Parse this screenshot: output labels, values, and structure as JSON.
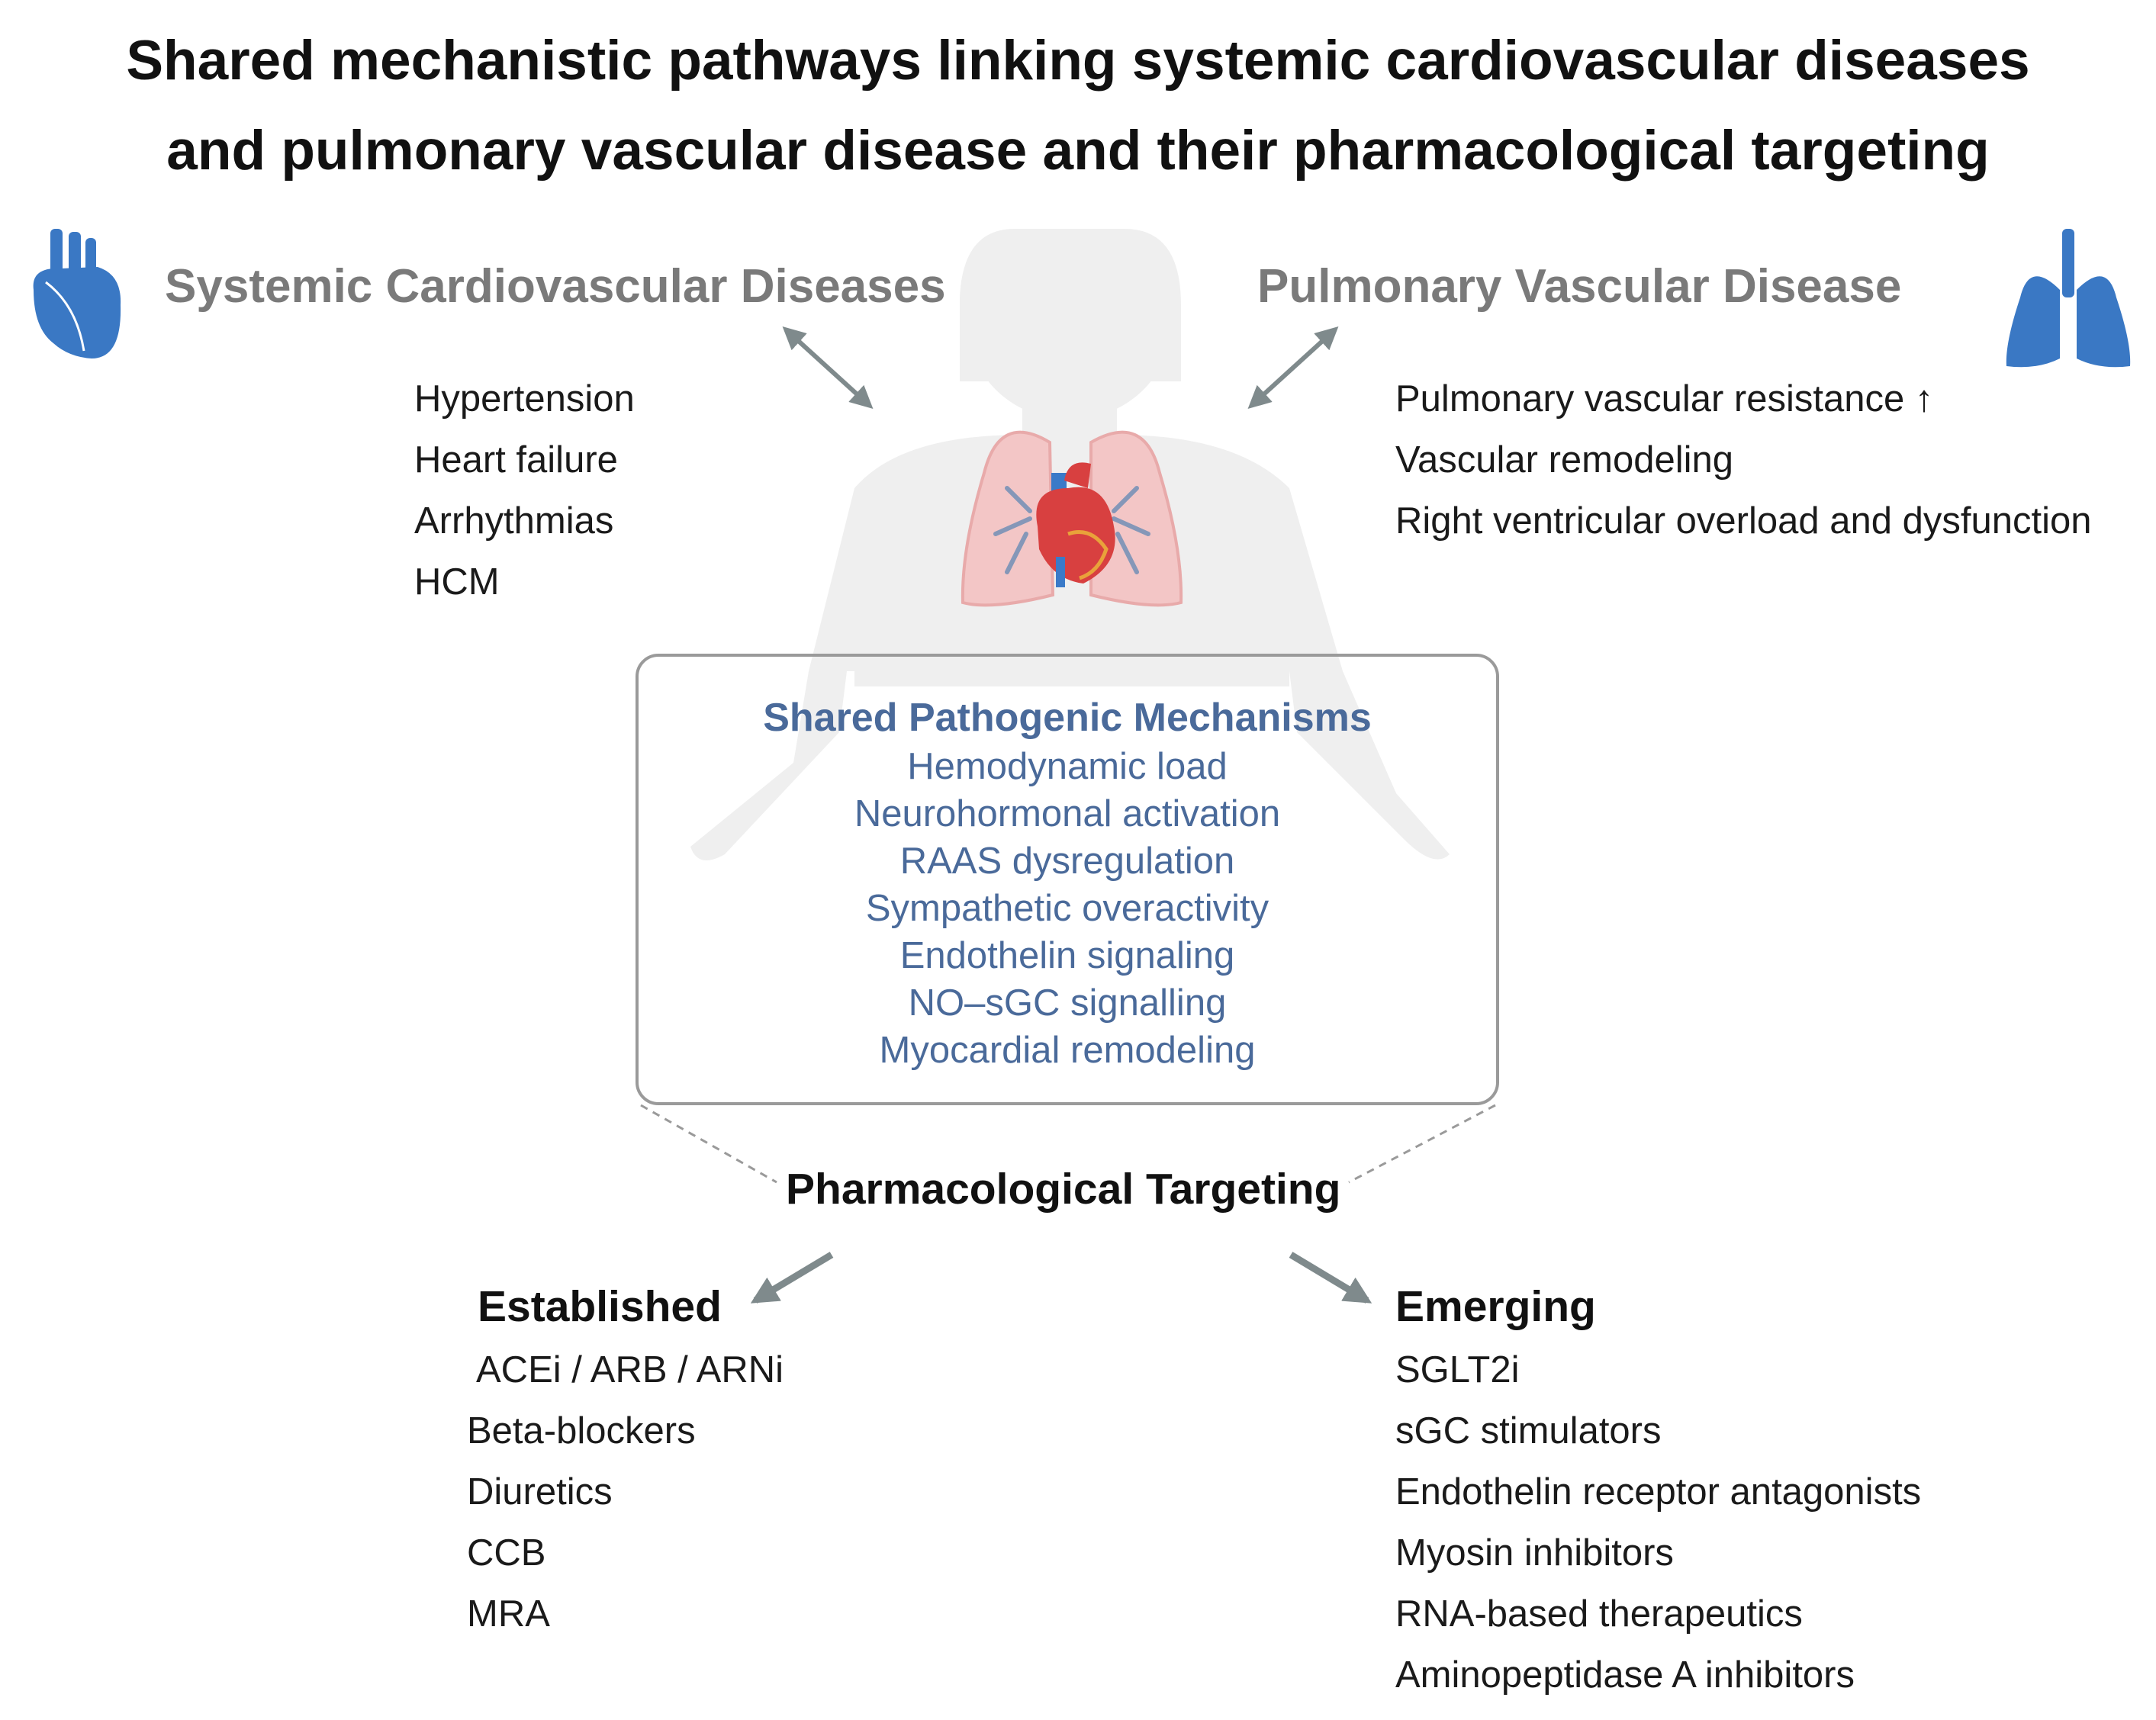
{
  "title": {
    "line1": "Shared mechanistic pathways linking systemic cardiovascular diseases",
    "line2": "and pulmonary vascular disease and their pharmacological targeting"
  },
  "systemic": {
    "heading": "Systemic Cardiovascular Diseases",
    "icon": "heart-icon",
    "items": [
      "Hypertension",
      "Heart failure",
      "Arrhythmias",
      "HCM"
    ]
  },
  "pulmonary": {
    "heading": "Pulmonary Vascular Disease",
    "icon": "lungs-icon",
    "items": [
      "Pulmonary vascular resistance ↑",
      "Vascular remodeling",
      "Right ventricular overload and dysfunction"
    ]
  },
  "mechanisms": {
    "title": "Shared Pathogenic Mechanisms",
    "items": [
      "Hemodynamic load",
      "Neurohormonal  activation",
      "RAAS dysregulation",
      "Sympathetic overactivity",
      "Endothelin signaling",
      "NO–sGC signalling",
      "Myocardial remodeling"
    ]
  },
  "targeting": {
    "title": "Pharmacological Targeting"
  },
  "established": {
    "heading": "Established",
    "items": [
      "ACEi / ARB / ARNi",
      "Beta-blockers",
      "Diuretics",
      "CCB",
      "MRA"
    ]
  },
  "emerging": {
    "heading": "Emerging",
    "items": [
      "SGLT2i",
      "sGC stimulators",
      "Endothelin receptor antagonists",
      "Myosin inhibitors",
      "RNA-based therapeutics",
      "Aminopeptidase A inhibitors"
    ]
  },
  "colors": {
    "icon_blue": "#3a78c4",
    "mechanism_text": "#4a6a9a",
    "heading_gray": "#7a7a7a",
    "arrow_gray": "#7f8a8c",
    "silhouette": "#eeeeee"
  }
}
